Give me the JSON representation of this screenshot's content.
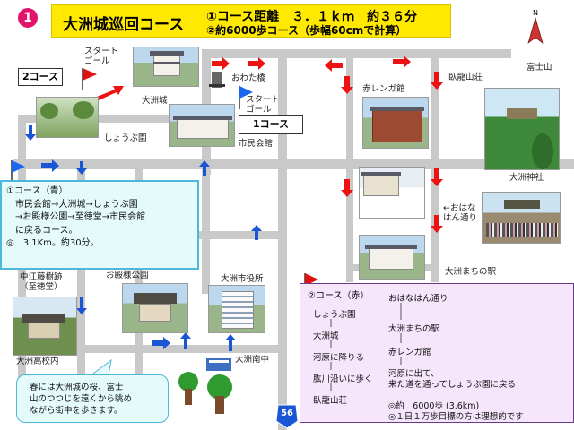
{
  "header": {
    "course_num": "1",
    "title": "大洲城巡回コース",
    "line1": "①コース距離　３．１ｋｍ　約３６分",
    "line2": "②約6000歩コース（歩幅60cmで計算）"
  },
  "compass": {
    "label": "N"
  },
  "course_boxes": {
    "course2": "2コース",
    "course1": "1コース"
  },
  "labels": {
    "start_goal_1": "スタート\nゴール",
    "start_goal_2": "スタート\nゴール",
    "owatari_bashi": "おわた橋",
    "ozu_castle": "大洲城",
    "shobuen": "しょうぶ園",
    "shimin_kaikan": "市民会館",
    "akarenga": "赤レンガ館",
    "garyu_sanso": "臥龍山荘",
    "fujiyama": "富士山",
    "ozu_jinja": "大洲神社",
    "ohanahan": "←おはな\nはん通り",
    "machi_no_eki": "大洲まちの駅",
    "nakae_tojuato": "中江藤樹跡\n（至徳堂）",
    "otonosama_koen": "お殿様公園",
    "shiyakusho": "大洲市役所",
    "ozu_nanchu": "大洲南中",
    "ozu_koko": "大洲高校内",
    "route56": "56"
  },
  "blue_box": {
    "lines": [
      "①コース（青）",
      "　市民会館→大洲城→しょうぶ園",
      "　→お殿様公園→至徳堂→市民会館",
      "　に戻るコース。",
      "◎　3.1Km。約30分。"
    ]
  },
  "pink_box": {
    "title": "②コース（赤）",
    "col1": [
      "しょうぶ園",
      "大洲城",
      "河原に降りる",
      "肱川沿いに歩く",
      "臥龍山荘"
    ],
    "col2": [
      "おはなはん通り",
      "大洲まちの駅",
      "赤レンガ館",
      "河原に出て、",
      "来た道を通ってしょうぶ園に戻る"
    ],
    "note1": "◎約　6000歩 (3.6km)",
    "note2": "◎１日１万歩目標の方は理想的です"
  },
  "callout": {
    "lines": [
      "春には大洲城の桜、富士",
      "山のつつじを遠くから眺め",
      "ながら街中を歩きます。"
    ]
  },
  "colors": {
    "header_bg": "#ffe900",
    "road": "#c9c9c9",
    "red_route": "#ee1111",
    "blue_route": "#1a55d6",
    "accent_pink": "#e4136a"
  }
}
